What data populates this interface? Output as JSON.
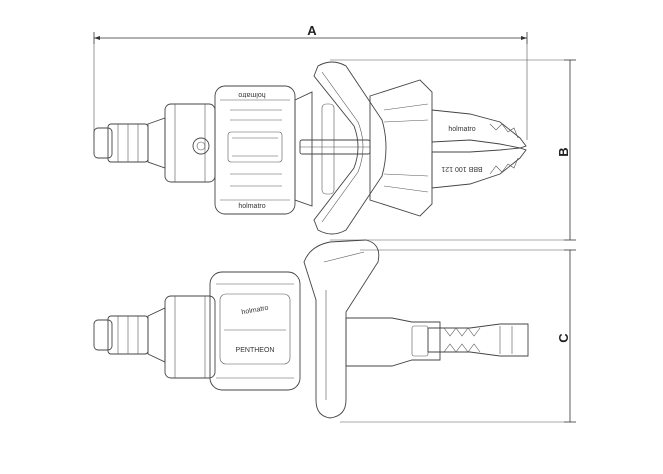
{
  "dimensions": {
    "a": "A",
    "b": "B",
    "c": "C"
  },
  "brand": {
    "top_jaw": "holmatro",
    "top_jaw_code": "BBB 100 121",
    "top_body": "holmatro",
    "top_body_reverse": "holmatro",
    "side_body": "holmatro",
    "side_model": "PENTHEON"
  },
  "colors": {
    "line": "#444444",
    "background": "#ffffff"
  }
}
